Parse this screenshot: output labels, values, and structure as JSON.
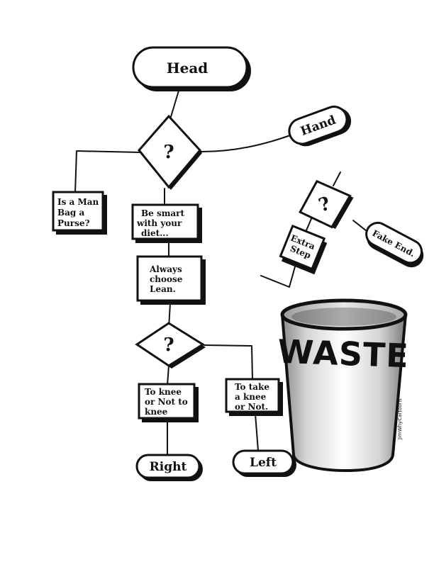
{
  "nodes": {
    "head": "Head",
    "hand": "Hand",
    "q1": "?",
    "q2": "?",
    "q3": "?",
    "man_bag": [
      "Is a Man",
      "Bag a",
      "Purse?"
    ],
    "be_smart": [
      "Be smart",
      "with your",
      "diet..."
    ],
    "always_lean": [
      "Always",
      "choose",
      "Lean."
    ],
    "to_knee": [
      "To knee",
      "or Not to",
      "knee"
    ],
    "to_take": [
      "To take",
      "a knee",
      "or Not."
    ],
    "right": "Right",
    "left": "Left",
    "extra_step": [
      "Extra",
      "Step"
    ],
    "fake_end": "Fake End."
  },
  "bin": {
    "label": "WASTE",
    "credit": "JimWhyCartoons"
  },
  "colors": {
    "ink": "#111111",
    "paper": "#ffffff"
  }
}
